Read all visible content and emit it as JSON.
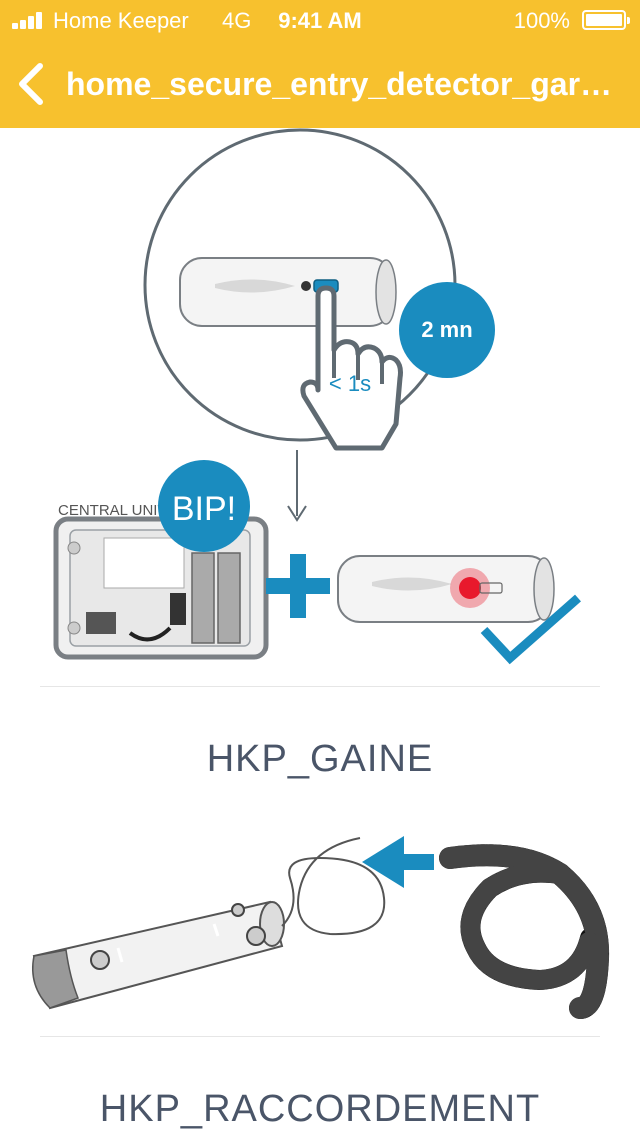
{
  "status_bar": {
    "carrier": "Home Keeper",
    "network": "4G",
    "time": "9:41 AM",
    "battery": "100%"
  },
  "nav": {
    "title": "home_secure_entry_detector_garage_guide_title"
  },
  "pairing_illustration": {
    "timer_badge": "2 mn",
    "press_label": "< 1s",
    "central_unit_label": "CENTRAL UNIT",
    "beep_badge": "BIP!"
  },
  "sections": [
    {
      "label": "HKP_GAINE"
    },
    {
      "label": "HKP_RACCORDEMENT"
    }
  ],
  "colors": {
    "header": "#F7C12E",
    "accent_blue": "#1A8CBF",
    "led_red": "#E8192C",
    "label_text": "#4a5568"
  }
}
